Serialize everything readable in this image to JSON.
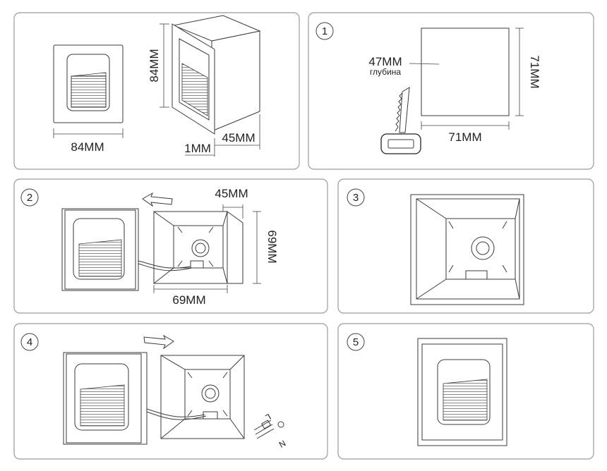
{
  "panels": {
    "overview": {
      "dim_width": "84MM",
      "dim_height": "84MM",
      "dim_depth": "45MM",
      "dim_frame": "1MM"
    },
    "step1": {
      "number": "1",
      "depth_value": "47MM",
      "depth_word": "глубина",
      "dim_width": "71MM",
      "dim_height": "71MM"
    },
    "step2": {
      "number": "2",
      "dim_depth": "45MM",
      "dim_width": "69MM",
      "dim_height": "69MM"
    },
    "step3": {
      "number": "3"
    },
    "step4": {
      "number": "4",
      "wire_l": "L",
      "wire_n": "N"
    },
    "step5": {
      "number": "5"
    }
  },
  "colors": {
    "panel_border": "#9a9a9a",
    "line": "#3a3a3a"
  }
}
